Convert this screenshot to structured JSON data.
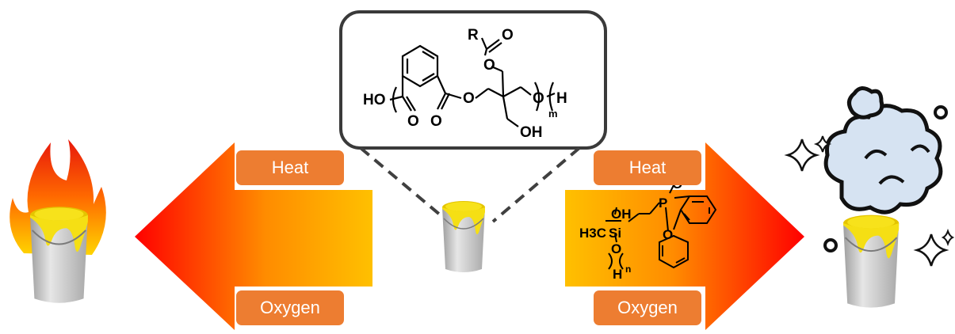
{
  "labels": {
    "heat_left": "Heat",
    "oxygen_left": "Oxygen",
    "heat_right": "Heat",
    "oxygen_right": "Oxygen"
  },
  "polymer_structure": {
    "end_group_left": "HO",
    "substituent": "R",
    "carbonyl_o": "O",
    "ester_o": "O",
    "ester_o2": "O",
    "ring_o_bottom": "O",
    "chain_o": "O",
    "end_group_right": "H",
    "repeat_subscript": "m",
    "hydroxyl": "OH"
  },
  "flame_retardant": {
    "methyl": "H3C",
    "silicon": "Si",
    "hydroxyl": "OH",
    "oxygen": "O",
    "hydrogen": "H",
    "repeat_subscript": "n",
    "phosphorus": "P",
    "p_oxo": "O",
    "ring_oxygen": "O"
  },
  "colors": {
    "label_fill": "#ED7D31",
    "arrow_start": "#FF0000",
    "arrow_end": "#FFC000",
    "paint": "#F5E21B",
    "can": "#C8C8C8"
  }
}
